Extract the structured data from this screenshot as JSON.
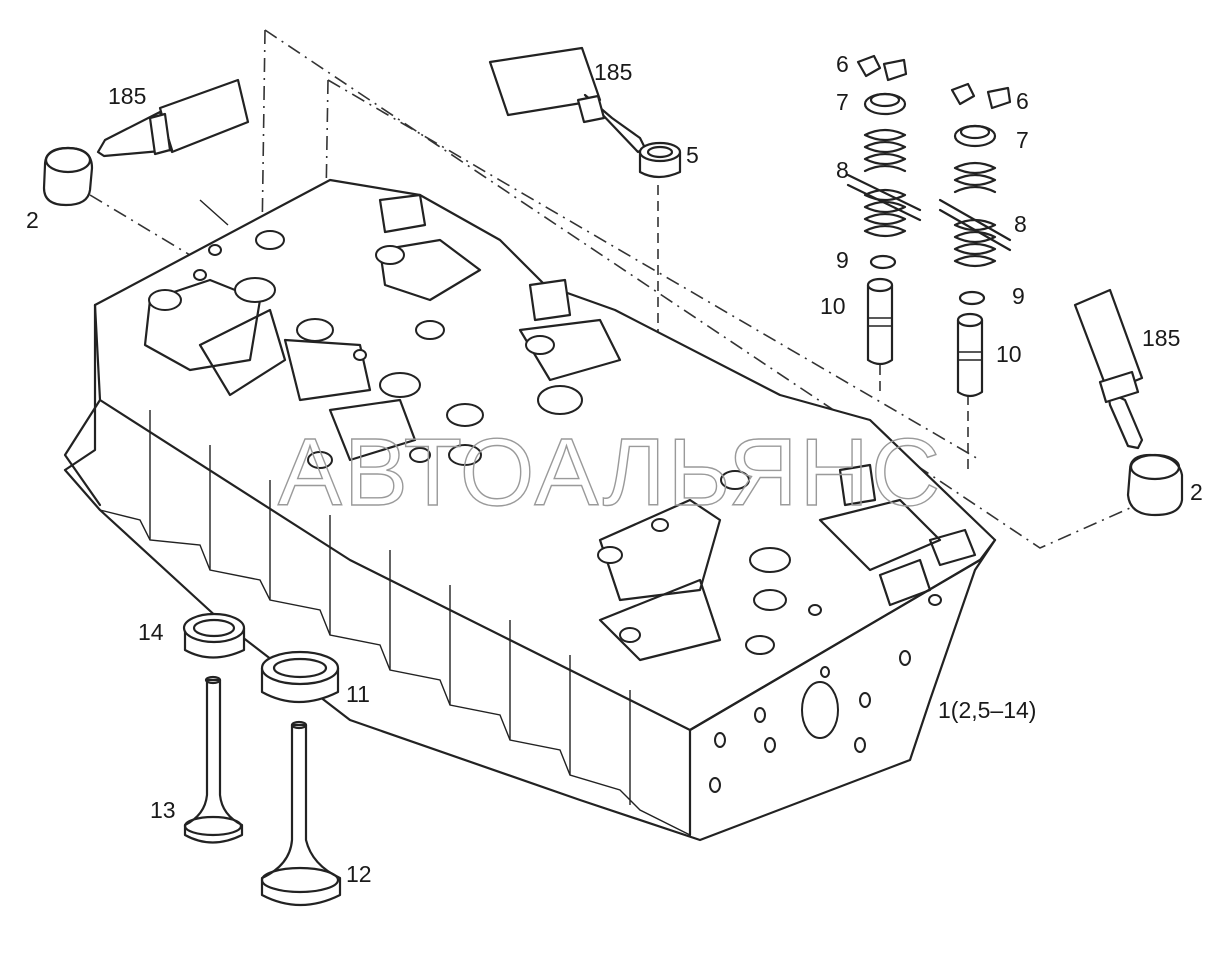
{
  "watermark": "АВТОАЛЬЯНС",
  "callouts": {
    "sealant_left": "185",
    "sealant_top": "185",
    "sealant_right": "185",
    "plug_left": "2",
    "plug_right": "2",
    "seal_5": "5",
    "keeper_left": "6",
    "keeper_right": "6",
    "retainer_left": "7",
    "retainer_right": "7",
    "spring_left": "8",
    "spring_right": "8",
    "washer_left": "9",
    "washer_right": "9",
    "guide_left": "10",
    "guide_right": "10",
    "seat_11": "11",
    "valve_12": "12",
    "valve_13": "13",
    "seat_14": "14",
    "assembly": "1(2,5–14)"
  }
}
